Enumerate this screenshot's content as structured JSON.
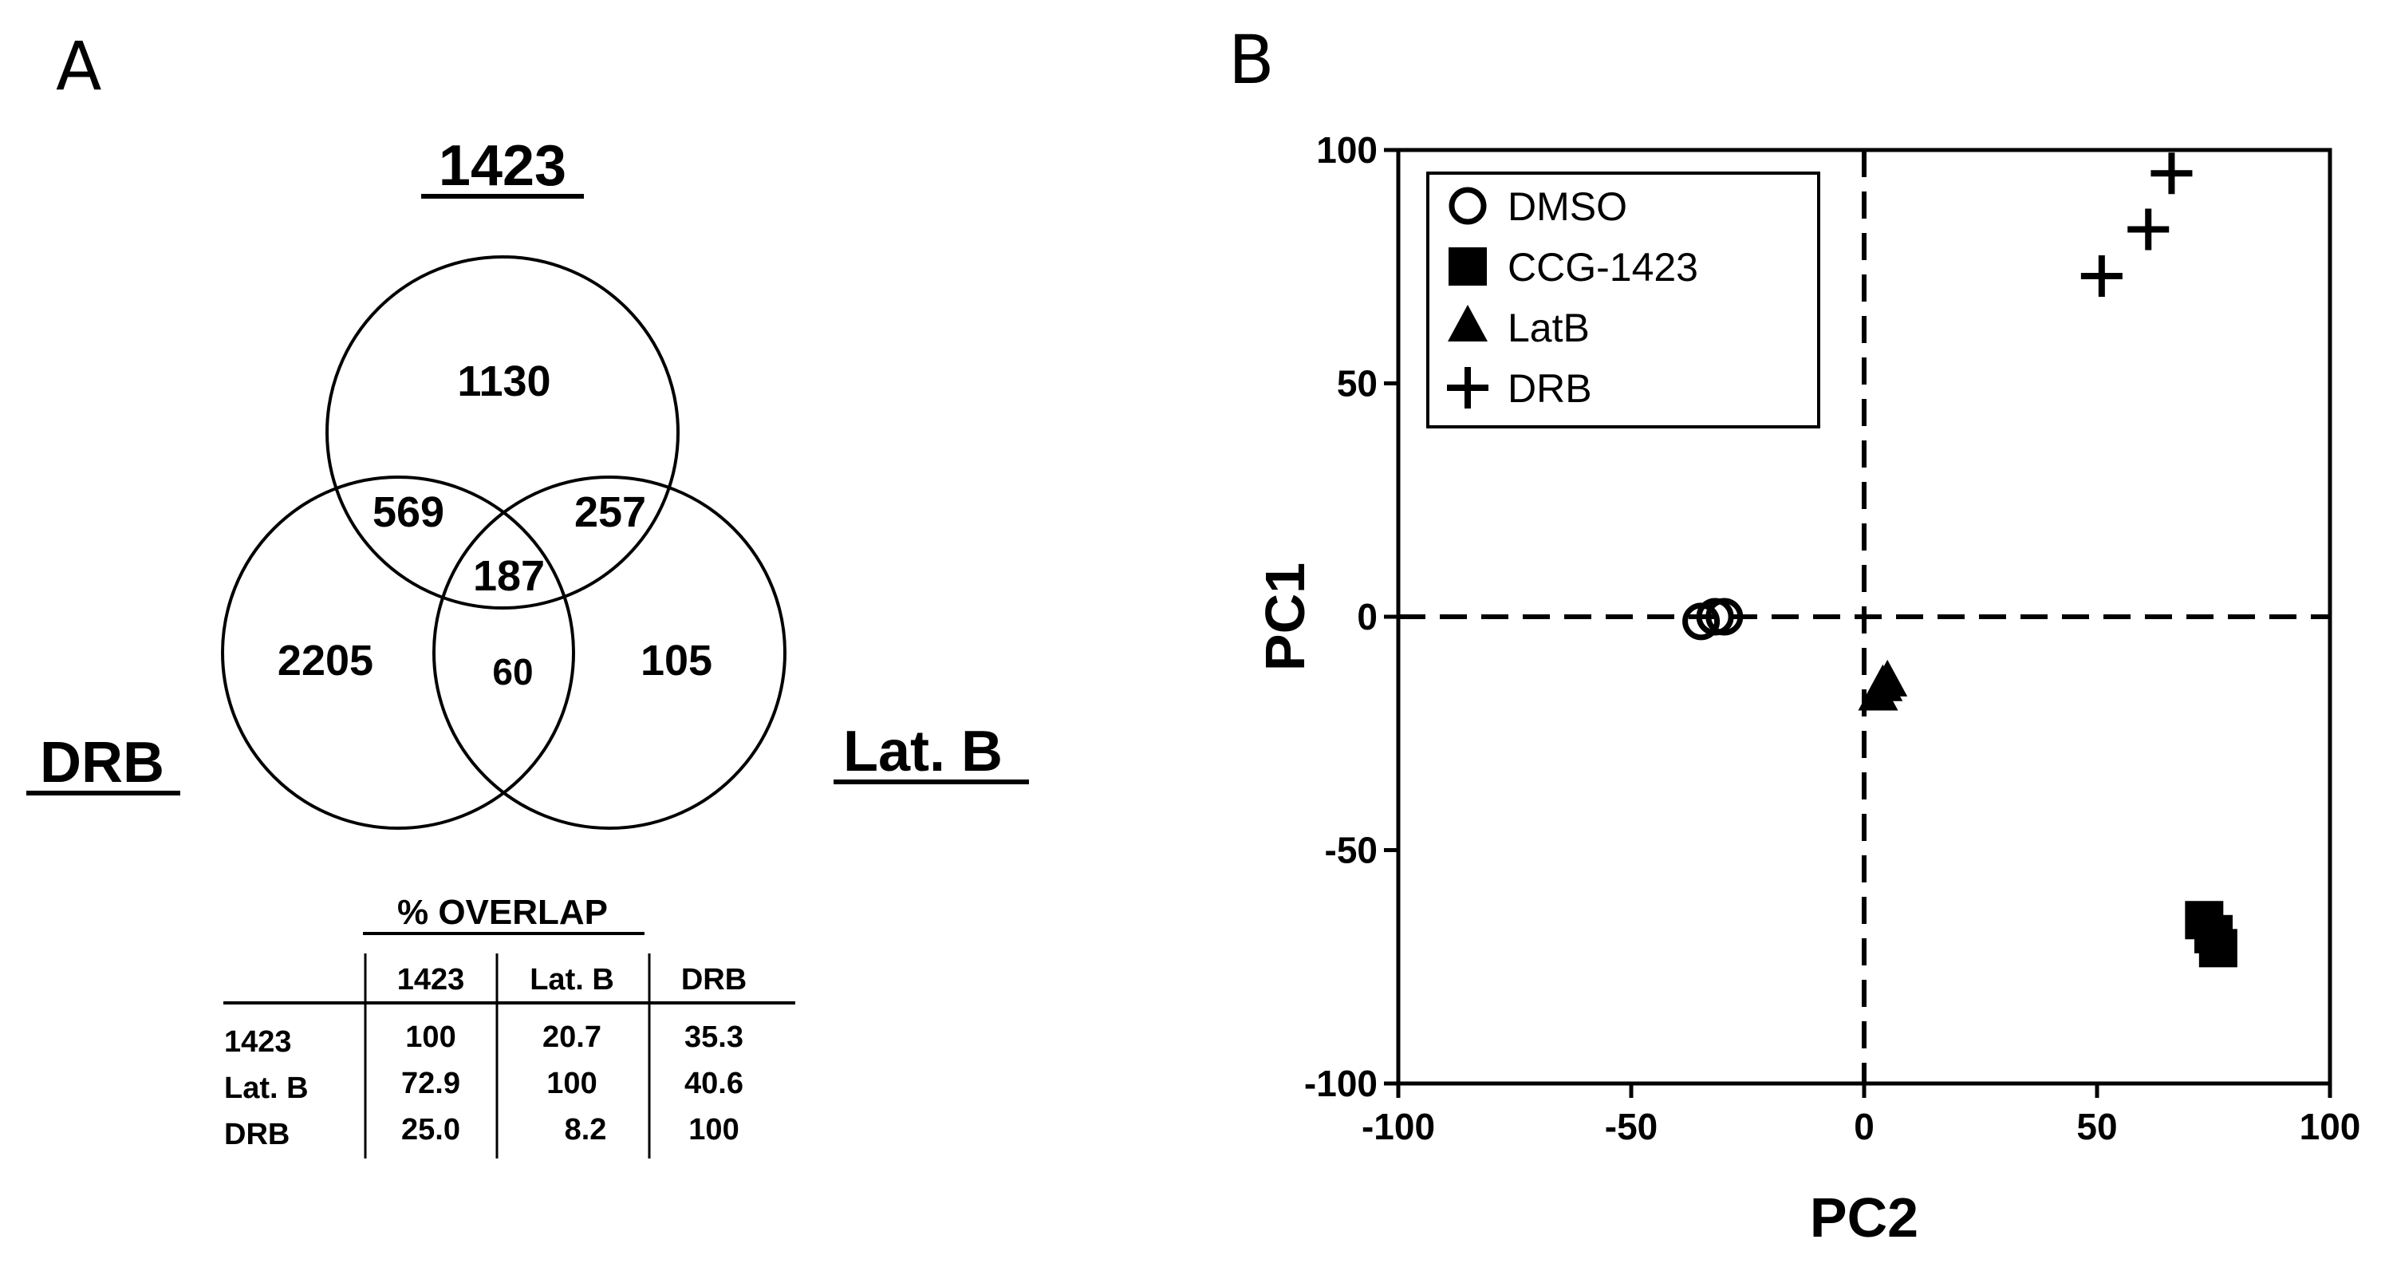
{
  "panel_a": {
    "letter": "A",
    "venn": {
      "sets": {
        "top": "1423",
        "left": "DRB",
        "right": "Lat. B"
      },
      "regions": {
        "only_1423": "1130",
        "drb_1423": "569",
        "1423_latb": "257",
        "all_three": "187",
        "only_drb": "2205",
        "drb_latb": "60",
        "only_latb": "105"
      }
    },
    "overlap_table": {
      "title": "% OVERLAP",
      "columns": [
        "1423",
        "Lat. B",
        "DRB"
      ],
      "rows": [
        {
          "label": "1423",
          "cells": [
            "100",
            "20.7",
            "35.3"
          ]
        },
        {
          "label": "Lat. B",
          "cells": [
            "72.9",
            "100",
            "40.6"
          ]
        },
        {
          "label": "DRB",
          "cells": [
            "25.0",
            "8.2",
            "100"
          ]
        }
      ]
    }
  },
  "panel_b": {
    "letter": "B"
  },
  "chart_data": {
    "type": "scatter",
    "xlabel": "PC2",
    "ylabel": "PC1",
    "xlim": [
      -100,
      100
    ],
    "ylim": [
      -100,
      100
    ],
    "xticks": [
      "-100",
      "-50",
      "0",
      "50",
      "100"
    ],
    "yticks": [
      "100",
      "50",
      "0",
      "-50",
      "-100"
    ],
    "grid": false,
    "reference_lines": {
      "x": 0,
      "y": 0,
      "style": "dashed"
    },
    "legend_position": "top-left",
    "series": [
      {
        "name": "DMSO",
        "marker": "open-circle",
        "x": [
          -35,
          -32,
          -30
        ],
        "y": [
          -1,
          0,
          0
        ]
      },
      {
        "name": "CCG-1423",
        "marker": "filled-square",
        "x": [
          73,
          75,
          76
        ],
        "y": [
          -65,
          -68,
          -71
        ]
      },
      {
        "name": "LatB",
        "marker": "filled-triangle",
        "x": [
          3,
          4,
          5
        ],
        "y": [
          -17,
          -15,
          -14
        ]
      },
      {
        "name": "DRB",
        "marker": "plus",
        "x": [
          51,
          61,
          66
        ],
        "y": [
          73,
          83,
          95
        ]
      }
    ]
  }
}
